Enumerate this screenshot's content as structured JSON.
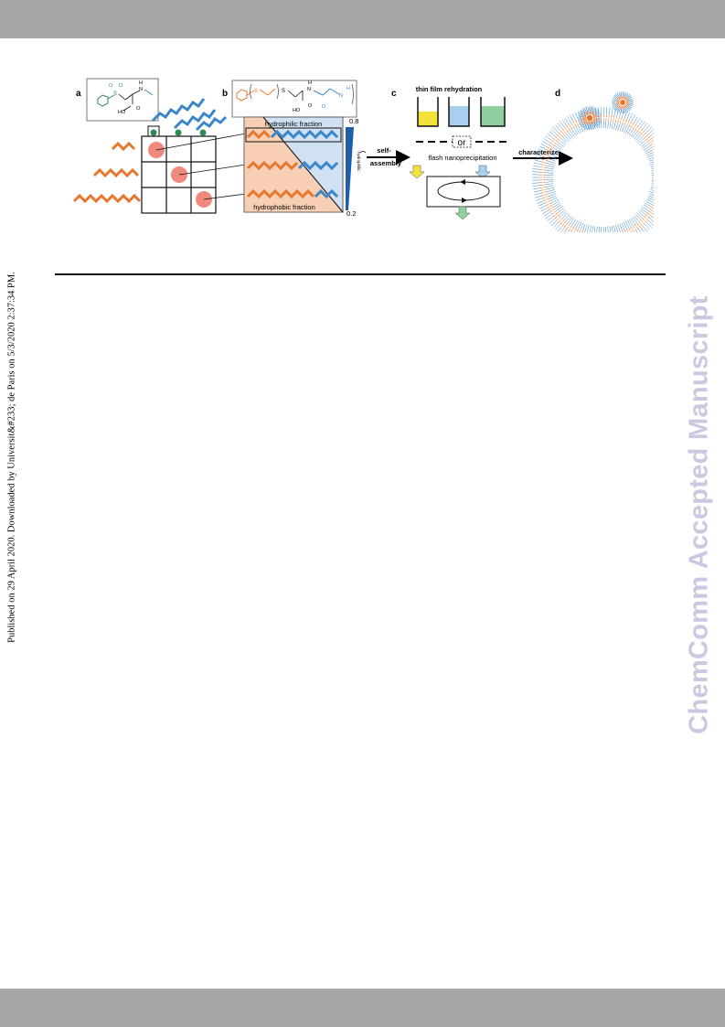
{
  "side_note": "Published on 29 April 2020. Downloaded by Universit&#233; de Paris on 5/3/2020 2:37:34 PM.",
  "watermark": "ChemComm Accepted Manuscript",
  "figure": {
    "panel_labels": [
      "a",
      "b",
      "c",
      "d"
    ],
    "hydrophilic_fraction": "hydrophilic fraction",
    "hydrophobic_fraction": "hydrophobic fraction",
    "scale_max": "0.8",
    "scale_min": "0.2",
    "scale_axis": "hydrophilic",
    "arrow_self": "self-",
    "arrow_assembly": "assembly",
    "thin_film": "thin film rehydration",
    "or": "or",
    "flash": "flash nanoprecipitation",
    "characterize": "characterize",
    "chem_a": {
      "n": "N",
      "h": "H",
      "ho": "HO",
      "o": "O",
      "s": "S"
    },
    "chem_b": {
      "s1": "S",
      "s2": "S",
      "n": "N",
      "h": "H",
      "ho": "HO",
      "o": "O",
      "n2": "N",
      "h2": "H"
    },
    "colors": {
      "orange": "#e8772e",
      "blue": "#3a86c8",
      "green": "#2e8b57",
      "pink": "#f08a7e",
      "yellow": "#f2e23a"
    }
  }
}
